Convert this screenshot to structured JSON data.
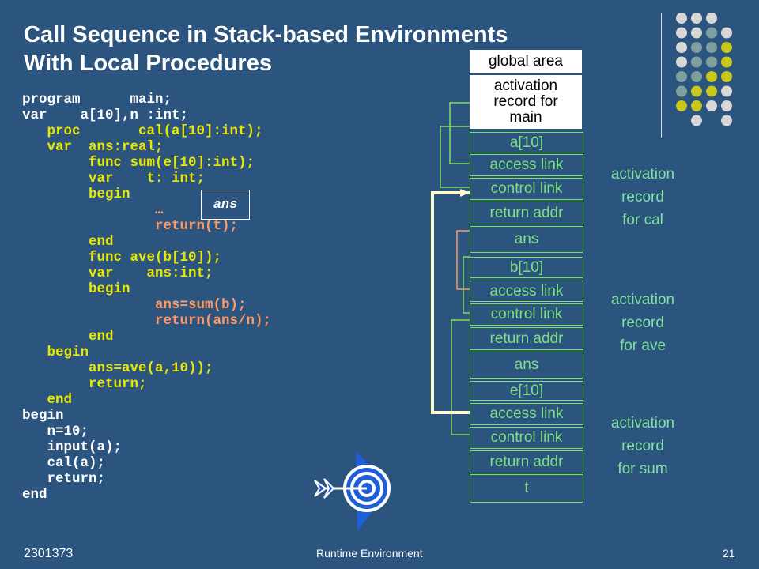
{
  "title": [
    "Call Sequence in Stack-based Environments",
    "With Local Procedures"
  ],
  "code_lines": [
    {
      "text": "program      main;",
      "color": "w"
    },
    {
      "text": "var    a[10],n :int;",
      "color": "w"
    },
    {
      "text": "   proc       cal(a[10]:int);",
      "color": "y"
    },
    {
      "text": "   var  ans:real;",
      "color": "y"
    },
    {
      "text": "        func sum(e[10]:int);",
      "color": "y"
    },
    {
      "text": "        var    t: int;",
      "color": "y"
    },
    {
      "text": "        begin",
      "color": "y"
    },
    {
      "text": "                …",
      "color": "o"
    },
    {
      "text": "                return(t);",
      "color": "o"
    },
    {
      "text": "        end",
      "color": "y"
    },
    {
      "text": "        func ave(b[10]);",
      "color": "y"
    },
    {
      "text": "        var    ans:int;",
      "color": "y"
    },
    {
      "text": "        begin",
      "color": "y"
    },
    {
      "text": "                ans=sum(b);",
      "color": "o"
    },
    {
      "text": "                return(ans/n);",
      "color": "o"
    },
    {
      "text": "        end",
      "color": "y"
    },
    {
      "text": "   begin",
      "color": "y"
    },
    {
      "text": "        ans=ave(a,10));",
      "color": "y"
    },
    {
      "text": "        return;",
      "color": "y"
    },
    {
      "text": "   end",
      "color": "y"
    },
    {
      "text": "begin",
      "color": "w"
    },
    {
      "text": "   n=10;",
      "color": "w"
    },
    {
      "text": "   input(a);",
      "color": "w"
    },
    {
      "text": "   cal(a);",
      "color": "w"
    },
    {
      "text": "   return;",
      "color": "w"
    },
    {
      "text": "end",
      "color": "w"
    }
  ],
  "ans_popup": "ans",
  "stack": {
    "global": "global area",
    "main_record": [
      "activation",
      "record for",
      "main"
    ],
    "cells": [
      "a[10]",
      "access link",
      "control link",
      "return addr",
      "ans",
      "b[10]",
      "access link",
      "control link",
      "return addr",
      "ans",
      "e[10]",
      "access link",
      "control link",
      "return addr",
      "t"
    ]
  },
  "record_labels": [
    [
      "activation",
      "record",
      "for cal"
    ],
    [
      "activation",
      "record",
      "for ave"
    ],
    [
      "activation",
      "record",
      "for sum"
    ]
  ],
  "footer": {
    "left": "2301373",
    "center": "Runtime Environment",
    "right": "21"
  },
  "colors": {
    "background": "#2b547e",
    "code_white": "#ffffff",
    "code_yellow": "#e8e800",
    "code_orange": "#ff9966",
    "stack_green": "#7fe080",
    "link_green": "#7fe060",
    "pointer_cream": "#fffbd0"
  }
}
